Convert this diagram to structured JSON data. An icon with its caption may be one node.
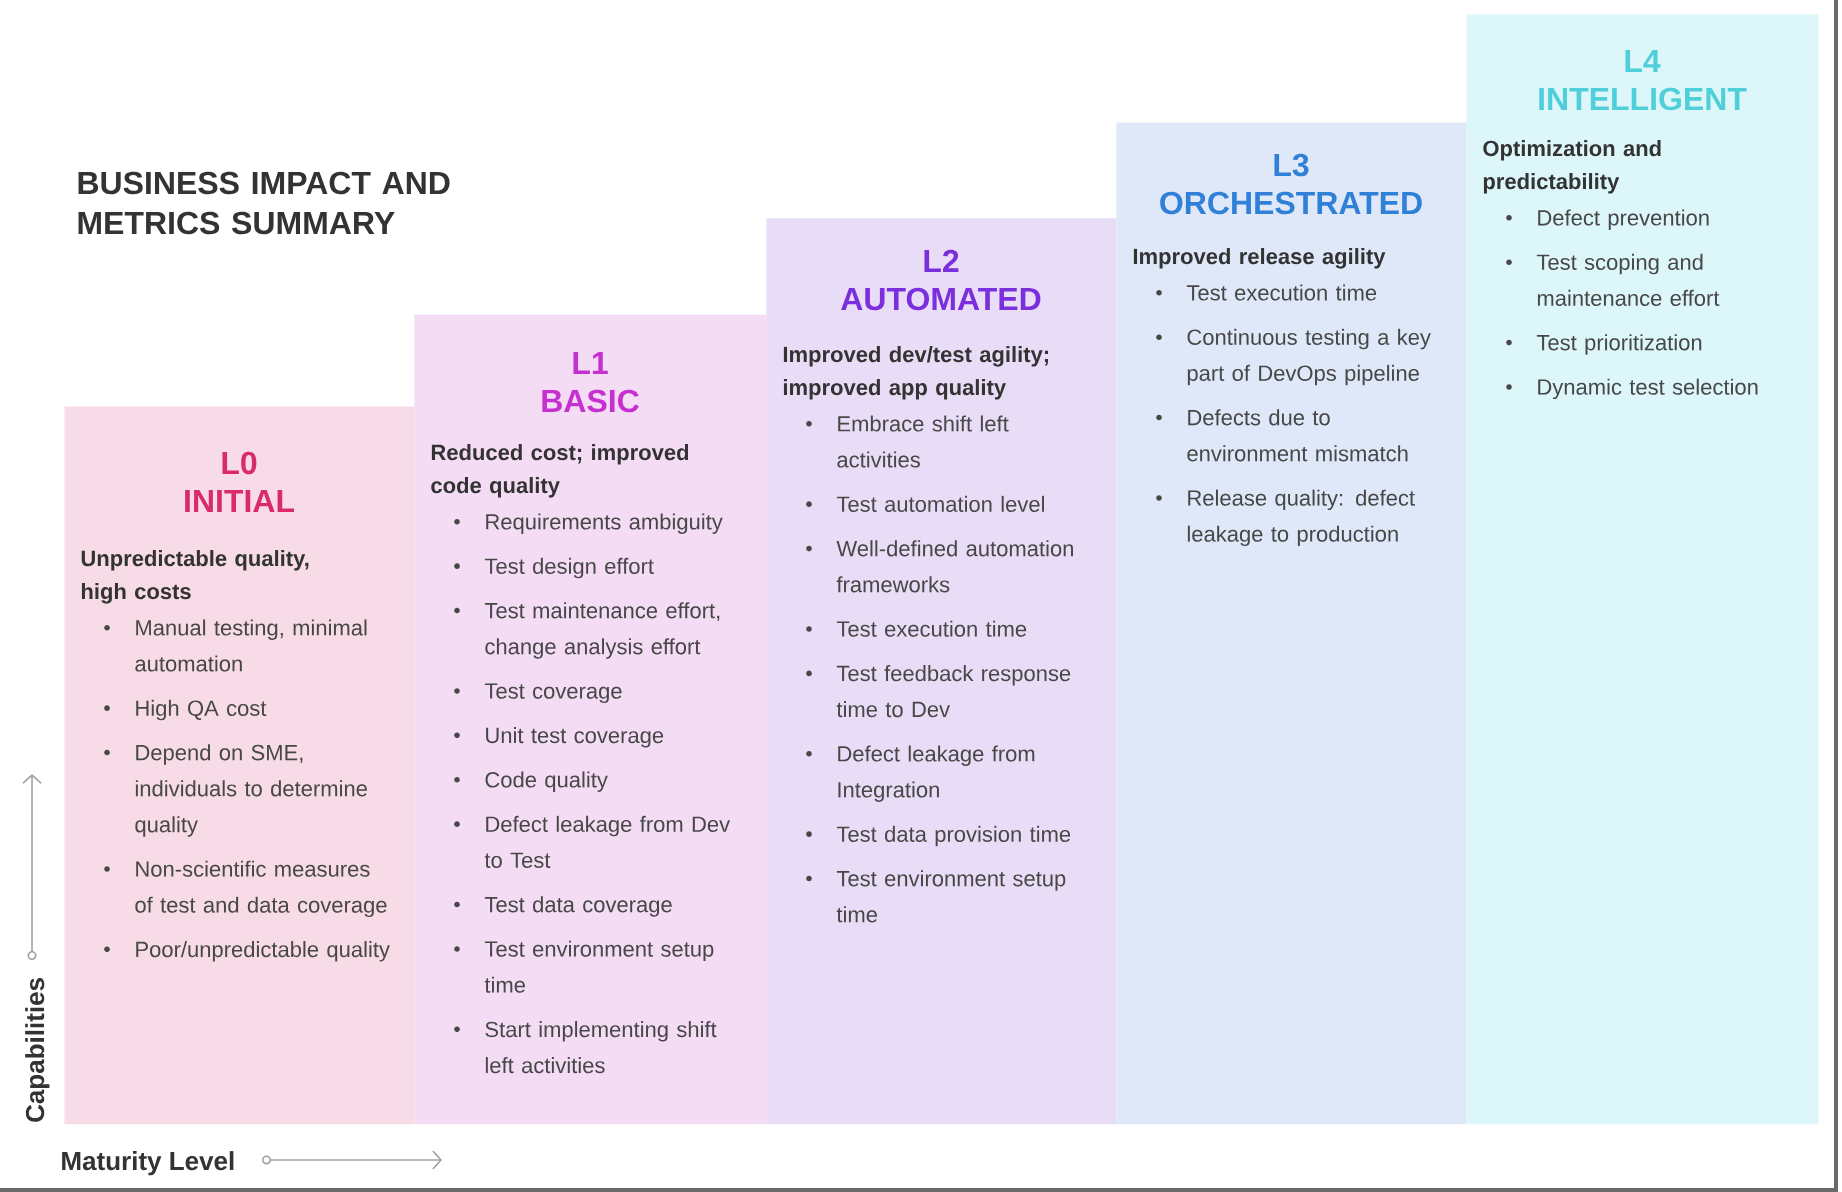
{
  "diagram": {
    "title": "BUSINESS IMPACT AND METRICS SUMMARY",
    "nodes": [
      {
        "text": [
          "L0",
          "INITIAL",
          "Unpredictable quality, high costs",
          "Manual testing, minimal automation",
          "High QA cost",
          "Depend on SME, individuals to determine quality",
          "Non-scientific measures of test and data coverage",
          "Poor/unpredictable quality"
        ]
      },
      {
        "text": [
          "L1",
          "BASIC",
          "Reduced cost; improved code quality",
          "Requirements ambiguity",
          "Test design effort",
          "Test maintenance effort, change analysis effort",
          "Test coverage",
          "Unit test coverage",
          "Code quality",
          "Defect leakage from Dev to Test",
          "Test data coverage",
          "Test environment setup time",
          "Start implementing shift left activities"
        ]
      },
      {
        "text": [
          "L2",
          "AUTOMATED",
          "Improved dev/test agility; improved app quality",
          "Embrace shift left activities",
          "Test automation level",
          "Well-defined automation frameworks",
          "Test execution time",
          "Test feedback response time to Dev",
          "Defect leakage from Integration",
          "Test data provision time",
          "Test environment setup time"
        ]
      },
      {
        "text": [
          "L3",
          "ORCHESTRATED",
          "Improved release agility",
          "Test execution time",
          "Continuous testing a key part of DevOps pipeline",
          "Defects due to environment mismatch",
          "Release quality: defect leakage to production"
        ]
      },
      {
        "text": [
          "L4",
          "INTELLIGENT",
          "Optimization and predictability",
          "Defect prevention",
          "Test scoping and maintenance effort",
          "Test prioritization",
          "Dynamic test selection"
        ]
      }
    ],
    "labels": [
      "Capabilities",
      "Maturity Level"
    ]
  }
}
